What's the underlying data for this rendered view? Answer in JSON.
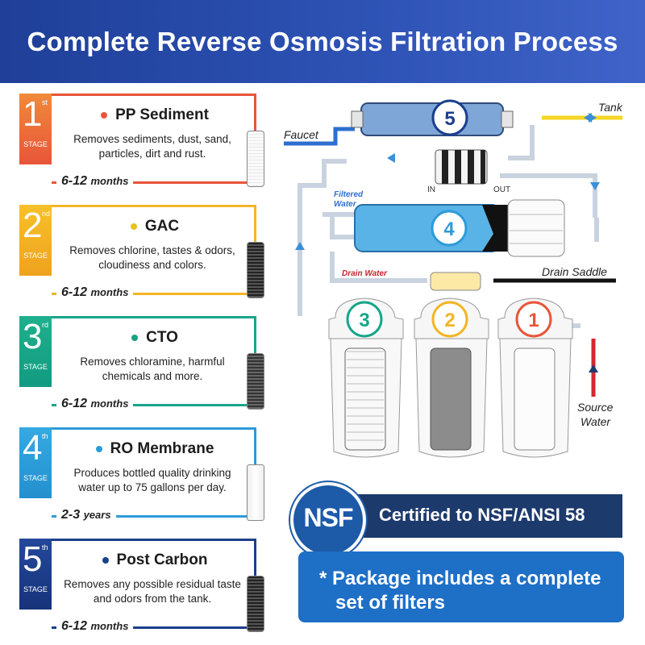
{
  "header": {
    "title": "Complete Reverse Osmosis Filtration Process"
  },
  "stages": [
    {
      "number": "1",
      "suffix": "st",
      "label": "STAGE",
      "name": "PP Sediment",
      "description": "Removes sediments, dust, sand, particles, dirt and rust.",
      "duration_value": "6-12",
      "duration_unit": "months",
      "color": "#e8553a",
      "dot_color": "#e8553a"
    },
    {
      "number": "2",
      "suffix": "nd",
      "label": "STAGE",
      "name": "GAC",
      "description": "Removes chlorine, tastes & odors, cloudiness and colors.",
      "duration_value": "6-12",
      "duration_unit": "months",
      "color": "#f2b524",
      "dot_color": "#e8c21c"
    },
    {
      "number": "3",
      "suffix": "rd",
      "label": "STAGE",
      "name": "CTO",
      "description": "Removes chloramine, harmful chemicals and more.",
      "duration_value": "6-12",
      "duration_unit": "months",
      "color": "#17a58a",
      "dot_color": "#16a085"
    },
    {
      "number": "4",
      "suffix": "th",
      "label": "STAGE",
      "name": "RO Membrane",
      "description": "Produces bottled quality drinking water up to 75 gallons per day.",
      "duration_value": "2-3",
      "duration_unit": "years",
      "color": "#2d9bd8",
      "dot_color": "#2d9bd8"
    },
    {
      "number": "5",
      "suffix": "th",
      "label": "STAGE",
      "name": "Post Carbon",
      "description": "Removes any possible residual taste and odors from the tank.",
      "duration_value": "6-12",
      "duration_unit": "months",
      "color": "#1b3f8c",
      "dot_color": "#1b3f8c"
    }
  ],
  "diagram": {
    "labels": {
      "tank": "Tank",
      "faucet": "Faucet",
      "in": "IN",
      "out": "OUT",
      "filtered_water_1": "Filtered",
      "filtered_water_2": "Water",
      "drain_water": "Drain Water",
      "drain_saddle": "Drain Saddle",
      "source_water_1": "Source",
      "source_water_2": "Water",
      "canister_1": "1",
      "canister_2": "2",
      "canister_3": "3",
      "membrane_4": "4",
      "postfilter_5": "5"
    },
    "colors": {
      "pipe": "#c9d3df",
      "flow_arrow": "#3b8fd8",
      "source_pipe": "#d7262e",
      "tank_pipe": "#f5d624",
      "faucet_pipe": "#2d6fd0"
    }
  },
  "certification": {
    "logo": "NSF",
    "text": "Certified to NSF/ANSI 58"
  },
  "package": {
    "line1": "* Package includes a complete",
    "line2": "set of filters"
  }
}
